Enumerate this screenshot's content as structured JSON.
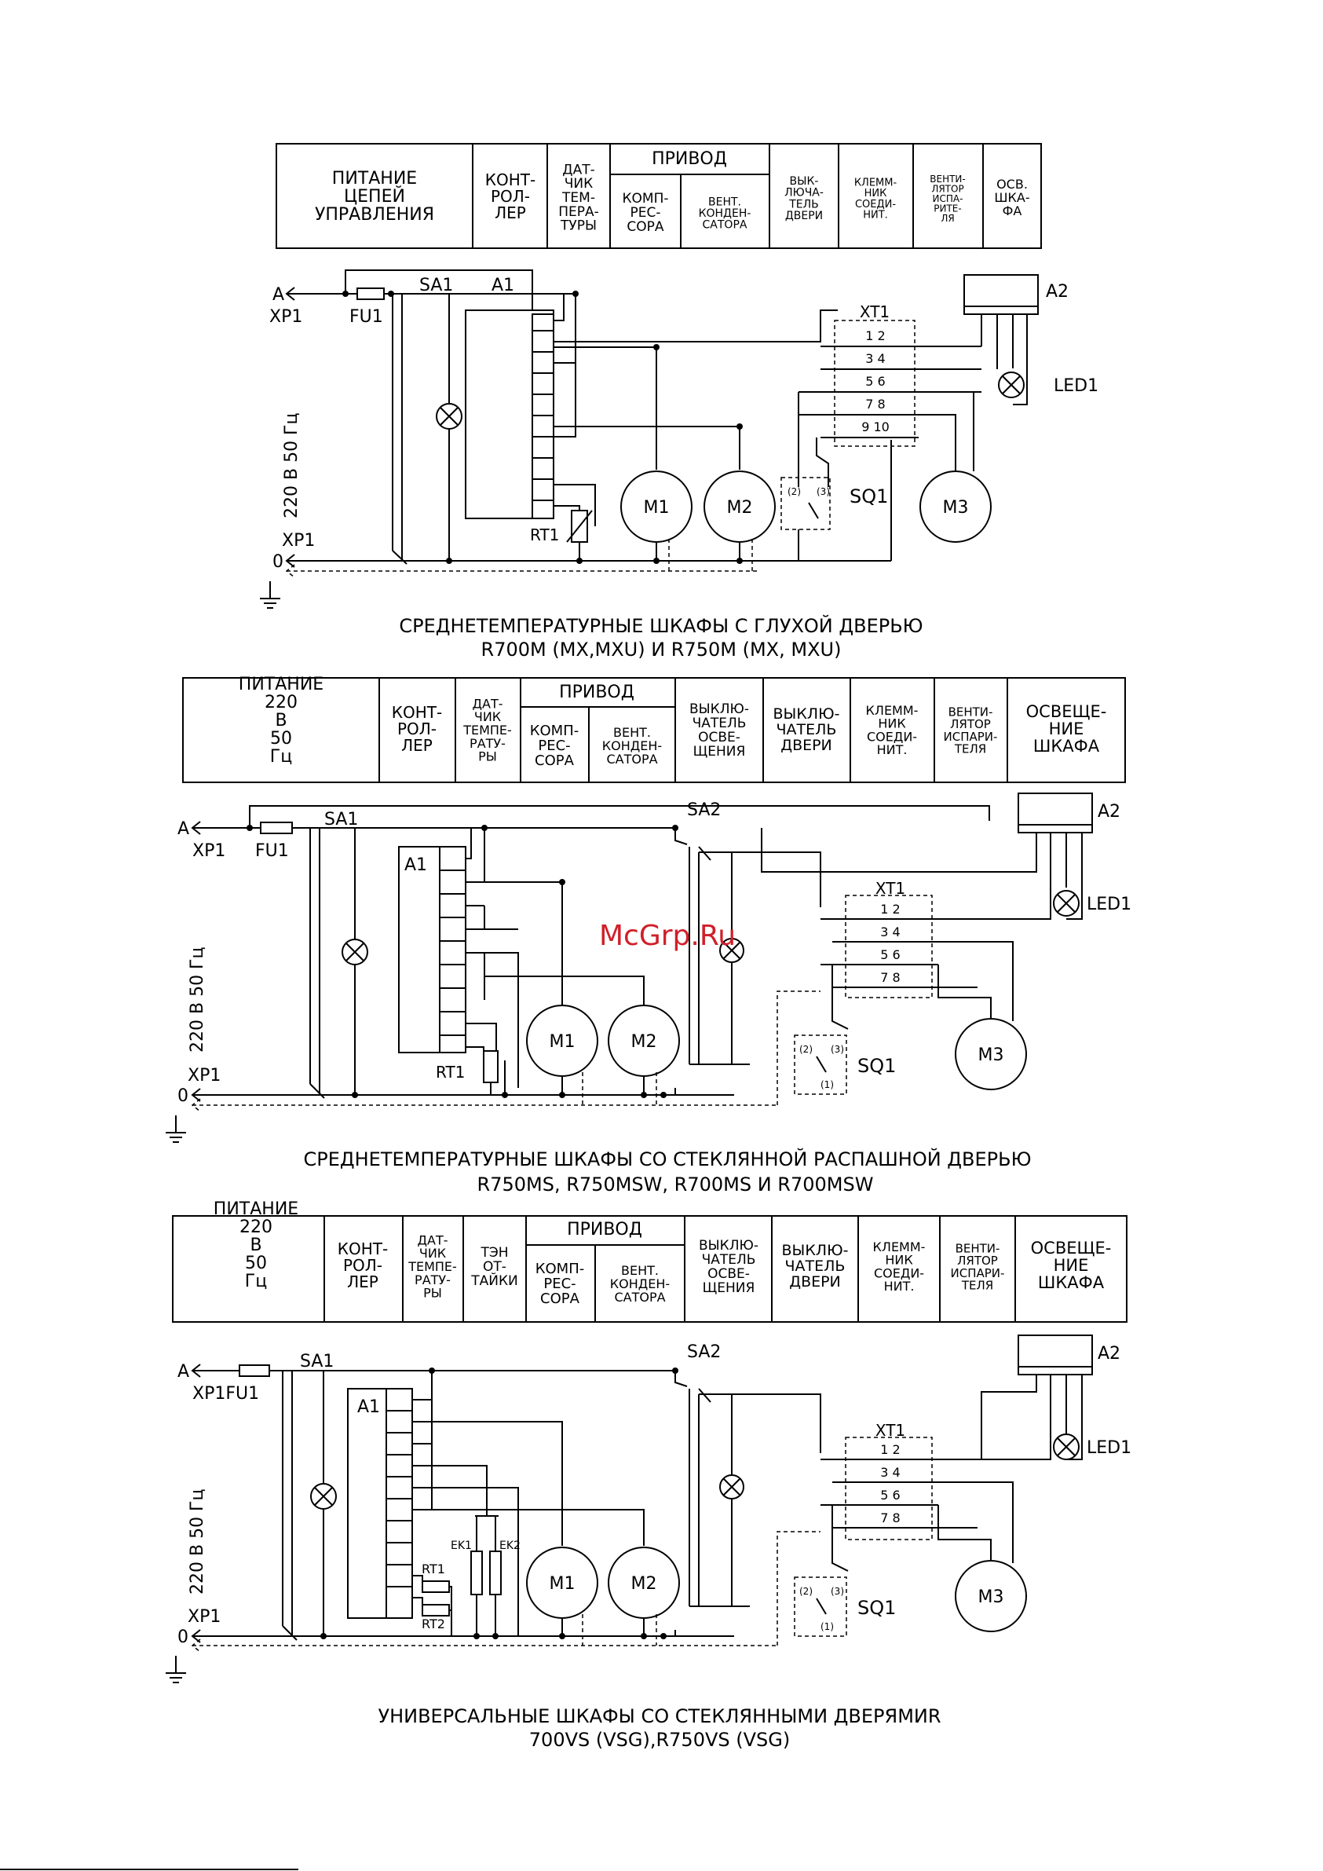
{
  "watermark": "McGrp.Ru",
  "colors": {
    "watermark": "#d0202a",
    "line": "#000000"
  },
  "labels": {
    "phase": "A",
    "neutral": "0",
    "xp1": "XP1",
    "fu1": "FU1",
    "xp1fu1": "XP1FU1",
    "sa1": "SA1",
    "sa2": "SA2",
    "a1": "A1",
    "a2": "A2",
    "xt1": "XT1",
    "led1": "LED1",
    "sq1": "SQ1",
    "m1": "M1",
    "m2": "M2",
    "m3": "M3",
    "rt1": "RT1",
    "rt2": "RT2",
    "ek1": "EK1",
    "ek2": "EK2",
    "supply": "220 В 50 Гц",
    "sw_c2": "(2)",
    "sw_c3": "(3)",
    "sw_c1": "(1)"
  },
  "terminals": {
    "t1": "1 2",
    "t2": "3 4",
    "t3": "5 6",
    "t4": "7 8",
    "t5": "9 10"
  },
  "diagram1": {
    "title": "СРЕДНЕТЕМПЕРАТУРНЫЕ ШКАФЫ С ГЛУХОЙ ДВЕРЬЮ",
    "subtitle": "R700M (MX,MXU) И R750M (MX, MXU)",
    "table": {
      "c1": "ПИТАНИЕ ЦЕПЕЙ УПРАВЛЕНИЯ",
      "c2": "КОНТ-РОЛ-ЛЕР",
      "c3": "ДАТ-ЧИК ТЕМ-ПЕРА-ТУРЫ",
      "privod": "ПРИВОД",
      "c4": "КОМП-РЕС-СОРА",
      "c5": "ВЕНТ. КОНДЕН-САТОРА",
      "c6": "ВЫК-ЛЮЧА-ТЕЛЬ ДВЕРИ",
      "c7": "КЛЕММ-НИК СОЕДИ-НИТ.",
      "c8": "ВЕНТИ-ЛЯТОР ИСПА-РИТЕ-ЛЯ",
      "c9": "ОСВ. ШКА-ФА"
    }
  },
  "diagram2": {
    "title": "СРЕДНЕТЕМПЕРАТУРНЫЕ ШКАФЫ СО СТЕКЛЯННОЙ РАСПАШНОЙ ДВЕРЬЮ",
    "subtitle": "R750MS, R750MSW, R700MS И R700MSW",
    "table": {
      "c1": "ПИТАНИЕ 220 В 50 Гц",
      "c2": "КОНТ-РОЛ-ЛЕР",
      "c3": "ДАТ-ЧИК ТЕМПЕ-РАТУ-РЫ",
      "privod": "ПРИВОД",
      "c4": "КОМП-РЕС-СОРА",
      "c5": "ВЕНТ. КОНДЕН-САТОРА",
      "c6": "ВЫКЛЮ-ЧАТЕЛЬ ОСВЕ-ЩЕНИЯ",
      "c7": "ВЫКЛЮ-ЧАТЕЛЬ ДВЕРИ",
      "c8": "КЛЕММ-НИК СОЕДИ-НИТ.",
      "c9": "ВЕНТИ-ЛЯТОР ИСПАРИ-ТЕЛЯ",
      "c10": "ОСВЕЩЕ-НИЕ ШКАФА"
    }
  },
  "diagram3": {
    "title": "УНИВЕРСАЛЬНЫЕ ШКАФЫ СО СТЕКЛЯННЫМИ ДВЕРЯМИR",
    "subtitle": "700VS (VSG),R750VS (VSG)",
    "table": {
      "c1": "ПИТАНИЕ 220 В 50 Гц",
      "c2": "КОНТ-РОЛ-ЛЕР",
      "c3": "ДАТ-ЧИК ТЕМПЕ-РАТУ-РЫ",
      "c4": "ТЭН ОТ-ТАЙКИ",
      "privod": "ПРИВОД",
      "c5": "КОМП-РЕС-СОРА",
      "c6": "ВЕНТ. КОНДЕН-САТОРА",
      "c7": "ВЫКЛЮ-ЧАТЕЛЬ ОСВЕ-ЩЕНИЯ",
      "c8": "ВЫКЛЮ-ЧАТЕЛЬ ДВЕРИ",
      "c9": "КЛЕММ-НИК СОЕДИ-НИТ.",
      "c10": "ВЕНТИ-ЛЯТОР ИСПАРИ-ТЕЛЯ",
      "c11": "ОСВЕЩЕ-НИЕ ШКАФА"
    }
  }
}
